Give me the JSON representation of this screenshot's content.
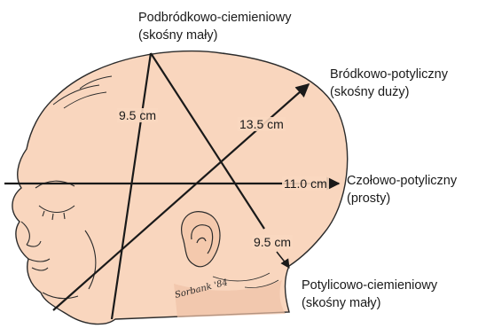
{
  "colors": {
    "skin": "#f9d6be",
    "skin_shadow": "#efc2a6",
    "outline": "#2b2b2b",
    "measure_line": "#1a1a1a"
  },
  "labels": {
    "submento_bregmatic_line1": "Podbródkowo-ciemieniowy",
    "submento_bregmatic_line2": "(skośny mały)",
    "mento_occipital_line1": "Bródkowo-potyliczny",
    "mento_occipital_line2": "(skośny duży)",
    "fronto_occipital_line1": "Czołowo-potyliczny",
    "fronto_occipital_line2": "(prosty)",
    "suboccipito_bregmatic_line1": "Potylicowo-ciemieniowy",
    "suboccipito_bregmatic_line2": "(skośny mały)"
  },
  "measurements": {
    "submento_bregmatic": "9.5 cm",
    "mento_occipital": "13.5 cm",
    "fronto_occipital": "11.0 cm",
    "suboccipito_bregmatic": "9.5 cm"
  },
  "signature": "Sorbank '84"
}
